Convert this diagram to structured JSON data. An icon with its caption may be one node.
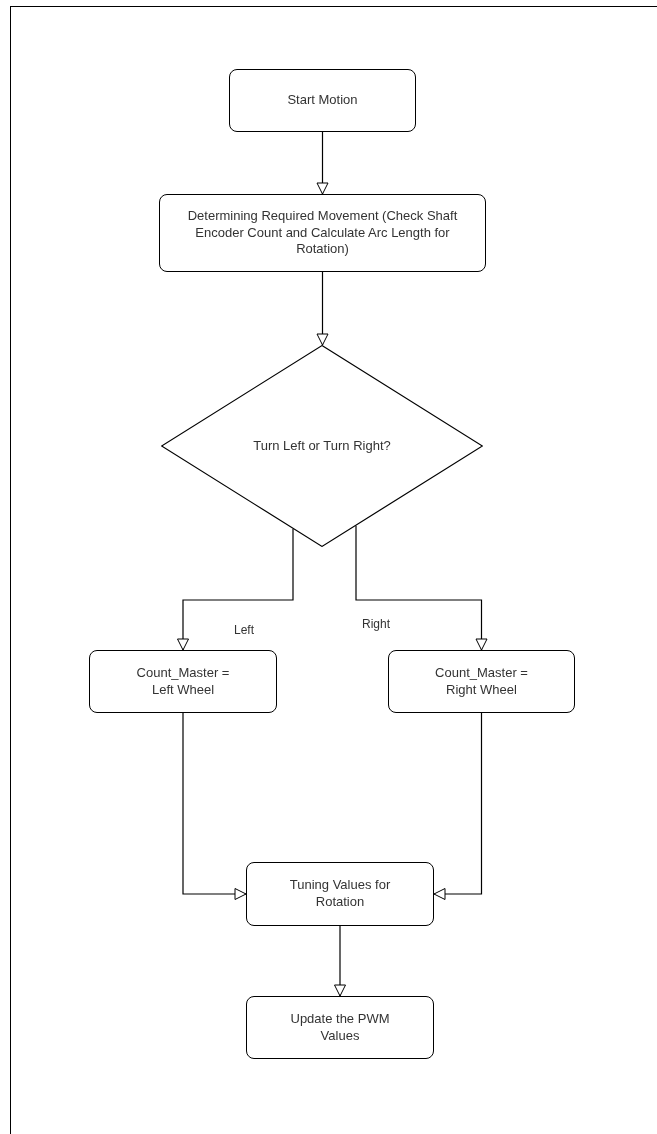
{
  "diagram": {
    "nodes": [
      {
        "text": [
          "Start Motion"
        ]
      },
      {
        "text": [
          "Determining Required Movement (Check Shaft Encoder Count and Calculate Arc Length for Rotation)"
        ]
      },
      {
        "text": [
          "Turn Left or Turn Right?"
        ]
      },
      {
        "text": [
          "Count_Master = Left Wheel"
        ]
      },
      {
        "text": [
          "Count_Master = Right Wheel"
        ]
      },
      {
        "text": [
          "Tuning Values for Rotation"
        ]
      },
      {
        "text": [
          "Update the PWM Values"
        ]
      }
    ],
    "edges": [
      {
        "from": 0,
        "to": 1,
        "arrow": "to"
      },
      {
        "from": 1,
        "to": 2,
        "arrow": "to"
      },
      {
        "from": 2,
        "to": 3,
        "arrow": "to",
        "label": "Left"
      },
      {
        "from": 2,
        "to": 4,
        "arrow": "to",
        "label": "Right"
      },
      {
        "from": 3,
        "to": 5,
        "arrow": "to"
      },
      {
        "from": 4,
        "to": 5,
        "arrow": "to"
      },
      {
        "from": 5,
        "to": 6,
        "arrow": "to"
      }
    ]
  }
}
